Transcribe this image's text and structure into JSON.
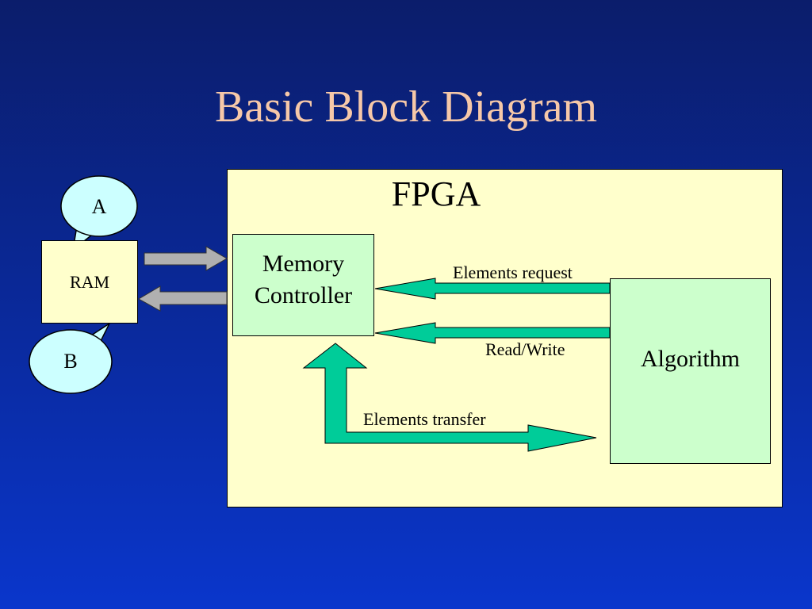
{
  "slide": {
    "title": "Basic Block Diagram"
  },
  "diagram": {
    "fpga_label": "FPGA",
    "ram_label": "RAM",
    "memory_controller": {
      "line1": "Memory",
      "line2": "Controller"
    },
    "algorithm_label": "Algorithm",
    "callout_a": "A",
    "callout_b": "B",
    "labels": {
      "elements_request": "Elements request",
      "read_write": "Read/Write",
      "elements_transfer": "Elements transfer"
    }
  },
  "colors": {
    "background_top": "#0b1d6b",
    "background_bottom": "#0a36cc",
    "title": "#f6c8a8",
    "fpga_fill": "#ffffcc",
    "block_fill": "#ccffcc",
    "arrow_green": "#00cc99",
    "arrow_gray": "#b0b0b0",
    "callout_fill": "#ccffff"
  }
}
